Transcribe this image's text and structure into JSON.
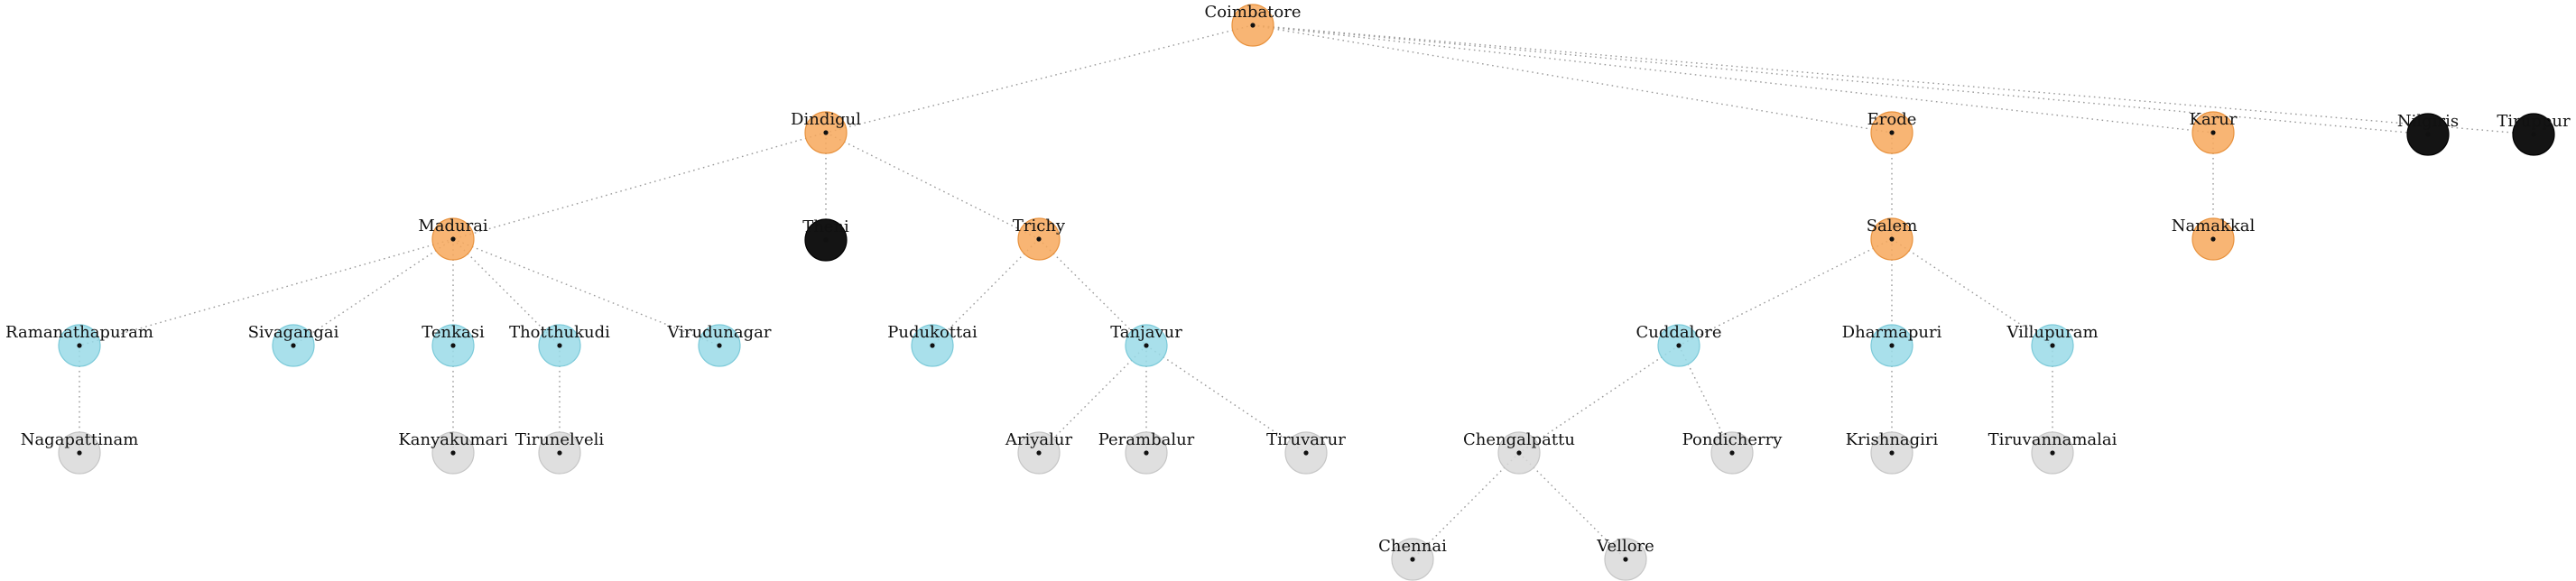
{
  "colors": {
    "orange": "#f7a85c",
    "cyan": "#9adbe8",
    "gray": "#d9d9d9",
    "black": "#141414",
    "edge": "#9a9a9a"
  },
  "tree": {
    "root": "coimbatore",
    "nodes": [
      {
        "id": "coimbatore",
        "label": "Coimbatore",
        "color": "orange"
      },
      {
        "id": "dindigul",
        "label": "Dindigul",
        "color": "orange",
        "parent": "coimbatore"
      },
      {
        "id": "erode",
        "label": "Erode",
        "color": "orange",
        "parent": "coimbatore"
      },
      {
        "id": "karur",
        "label": "Karur",
        "color": "orange",
        "parent": "coimbatore"
      },
      {
        "id": "nilgiris",
        "label": "Nilgiris",
        "color": "black",
        "parent": "coimbatore"
      },
      {
        "id": "tiruppur",
        "label": "Tiruppur",
        "color": "black",
        "parent": "coimbatore"
      },
      {
        "id": "madurai",
        "label": "Madurai",
        "color": "orange",
        "parent": "dindigul"
      },
      {
        "id": "theni",
        "label": "Theni",
        "color": "black",
        "parent": "dindigul"
      },
      {
        "id": "trichy",
        "label": "Trichy",
        "color": "orange",
        "parent": "dindigul"
      },
      {
        "id": "salem",
        "label": "Salem",
        "color": "orange",
        "parent": "erode"
      },
      {
        "id": "namakkal",
        "label": "Namakkal",
        "color": "orange",
        "parent": "karur"
      },
      {
        "id": "ramanathapuram",
        "label": "Ramanathapuram",
        "color": "cyan",
        "parent": "madurai"
      },
      {
        "id": "sivagangai",
        "label": "Sivagangai",
        "color": "cyan",
        "parent": "madurai"
      },
      {
        "id": "tenkasi",
        "label": "Tenkasi",
        "color": "cyan",
        "parent": "madurai"
      },
      {
        "id": "thoothukudi",
        "label": "Thotthukudi",
        "color": "cyan",
        "parent": "madurai"
      },
      {
        "id": "virudunagar",
        "label": "Virudunagar",
        "color": "cyan",
        "parent": "madurai"
      },
      {
        "id": "pudukottai",
        "label": "Pudukottai",
        "color": "cyan",
        "parent": "trichy"
      },
      {
        "id": "tanjavur",
        "label": "Tanjavur",
        "color": "cyan",
        "parent": "trichy"
      },
      {
        "id": "cuddalore",
        "label": "Cuddalore",
        "color": "cyan",
        "parent": "salem"
      },
      {
        "id": "dharmapuri",
        "label": "Dharmapuri",
        "color": "cyan",
        "parent": "salem"
      },
      {
        "id": "villupuram",
        "label": "Villupuram",
        "color": "cyan",
        "parent": "salem"
      },
      {
        "id": "nagapattinam",
        "label": "Nagapattinam",
        "color": "gray",
        "parent": "ramanathapuram"
      },
      {
        "id": "kanyakumari",
        "label": "Kanyakumari",
        "color": "gray",
        "parent": "tenkasi"
      },
      {
        "id": "tirunelveli",
        "label": "Tirunelveli",
        "color": "gray",
        "parent": "thoothukudi"
      },
      {
        "id": "ariyalur",
        "label": "Ariyalur",
        "color": "gray",
        "parent": "tanjavur"
      },
      {
        "id": "perambalur",
        "label": "Perambalur",
        "color": "gray",
        "parent": "tanjavur"
      },
      {
        "id": "tiruvarur",
        "label": "Tiruvarur",
        "color": "gray",
        "parent": "tanjavur"
      },
      {
        "id": "chengalpattu",
        "label": "Chengalpattu",
        "color": "gray",
        "parent": "cuddalore"
      },
      {
        "id": "pondicherry",
        "label": "Pondicherry",
        "color": "gray",
        "parent": "cuddalore"
      },
      {
        "id": "krishnagiri",
        "label": "Krishnagiri",
        "color": "gray",
        "parent": "dharmapuri"
      },
      {
        "id": "tiruvannamalai",
        "label": "Tiruvannamalai",
        "color": "gray",
        "parent": "villupuram"
      },
      {
        "id": "chennai",
        "label": "Chennai",
        "color": "gray",
        "parent": "chengalpattu"
      },
      {
        "id": "vellore",
        "label": "Vellore",
        "color": "gray",
        "parent": "chengalpattu"
      }
    ]
  }
}
